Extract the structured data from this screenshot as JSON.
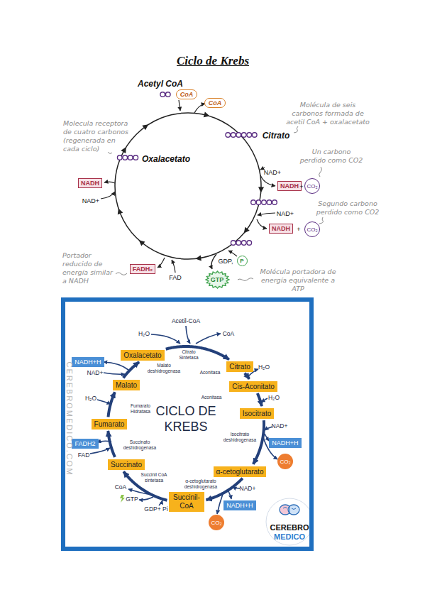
{
  "diagram": {
    "title": "Ciclo de Krebs",
    "nodes": [
      {
        "text": [
          "CoA"
        ]
      },
      {
        "text": [
          "CoA"
        ]
      },
      {
        "text": [
          "NADH"
        ]
      },
      {
        "text": [
          "CO₂"
        ]
      },
      {
        "text": [
          "NADH"
        ]
      },
      {
        "text": [
          "CO₂"
        ]
      },
      {
        "text": [
          "P"
        ]
      },
      {
        "text": [
          "GTP"
        ]
      },
      {
        "text": [
          "FADH₂"
        ]
      },
      {
        "text": [
          "NADH"
        ]
      },
      {
        "text": [
          "CICLO DE KREBS"
        ]
      },
      {
        "text": [
          "Oxalacetato"
        ],
        "in": 10
      },
      {
        "text": [
          "Citrato"
        ],
        "in": 10
      },
      {
        "text": [
          "Cis-Aconitato"
        ],
        "in": 10
      },
      {
        "text": [
          "Isocitrato"
        ],
        "in": 10
      },
      {
        "text": [
          "α-cetoglutarato"
        ],
        "in": 10
      },
      {
        "text": [
          "Succinil-CoA"
        ],
        "in": 10
      },
      {
        "text": [
          "Succinato"
        ],
        "in": 10
      },
      {
        "text": [
          "Fumarato"
        ],
        "in": 10
      },
      {
        "text": [
          "Malato"
        ],
        "in": 10
      },
      {
        "text": [
          "NADH+H"
        ],
        "in": 10
      },
      {
        "text": [
          "NADH+H"
        ],
        "in": 10
      },
      {
        "text": [
          "CO₂"
        ],
        "in": 10
      },
      {
        "text": [
          "NADH+H"
        ],
        "in": 10
      },
      {
        "text": [
          "CO₂"
        ],
        "in": 10
      },
      {
        "text": [
          "FADH2"
        ],
        "in": 10
      }
    ],
    "edges": [
      {
        "from": 11,
        "to": 12,
        "arrow": "to"
      },
      {
        "from": 12,
        "to": 13,
        "arrow": "to"
      },
      {
        "from": 13,
        "to": 14,
        "arrow": "to"
      },
      {
        "from": 14,
        "to": 15,
        "arrow": "to"
      },
      {
        "from": 15,
        "to": 16,
        "arrow": "to"
      },
      {
        "from": 16,
        "to": 17,
        "arrow": "to"
      },
      {
        "from": 17,
        "to": 18,
        "arrow": "to"
      },
      {
        "from": 18,
        "to": 19,
        "arrow": "to"
      },
      {
        "from": 19,
        "to": 11,
        "arrow": "to"
      }
    ],
    "labels": [
      "Acetyl CoA",
      "Molécula de seis carbonos formada de acetil CoA + oxalacetato",
      "Citrato",
      "Un carbono perdido como CO2",
      "NAD+",
      "+",
      "Segundo carbono perdido como CO2",
      "NAD+",
      "+",
      "GDP,",
      "Molécula portadora de energía equivalente a ATP",
      "FAD",
      "Portador reducido de energía similar a NADH",
      "NAD+",
      "Oxalacetato",
      "Molecula receptora de cuatro carbonos (regenerada en cada ciclo)",
      "CEREBROMEDICO.COM",
      "Acetil-CoA",
      "H₂O",
      "CoA",
      "Citrato Sintetasa",
      "Aconitasa",
      "H₂O",
      "Aconitasa",
      "H₂O",
      "NAD+",
      "Isocitrato deshidrogenasa",
      "NAD+",
      "α-cetoglutarato deshidrogenasa",
      "Succinil CoA sintetasa",
      "CoA",
      "GTP",
      "GDP+ Pi",
      "FAD",
      "Succinato deshidrogenasa",
      "H₂O",
      "Fumarato Hidratasa",
      "NAD+",
      "Malato deshidrogenasa",
      "CEREBRO",
      "MEDICO"
    ]
  }
}
